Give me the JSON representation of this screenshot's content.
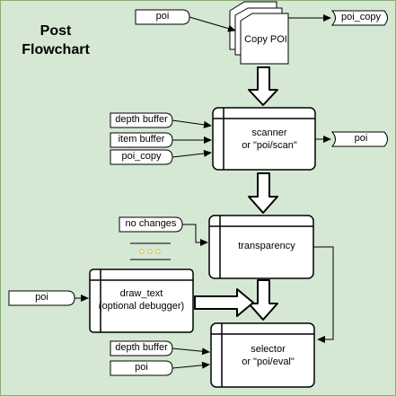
{
  "title": {
    "line1": "Post",
    "line2": "Flowchart"
  },
  "nodes": {
    "copy_poi": "Copy POI",
    "scanner": {
      "line1": "scanner",
      "line2": "or \"poi/scan\""
    },
    "transparency": "transparency",
    "draw_text": {
      "line1": "draw_text",
      "line2": "(optional debugger)"
    },
    "selector": {
      "line1": "selector",
      "line2": "or \"poi/eval\""
    }
  },
  "io": {
    "poi_input_top": "poi",
    "poi_copy_output": "poi_copy",
    "depth_buffer_scanner": "depth buffer",
    "item_buffer": "item buffer",
    "poi_copy_input": "poi_copy",
    "poi_output_scanner": "poi",
    "no_changes": "no changes",
    "poi_input_draw_text": "poi",
    "depth_buffer_selector": "depth buffer",
    "poi_input_selector": "poi"
  },
  "colors": {
    "background": "#d5e8d4",
    "node_fill": "#ffffff",
    "stroke": "#000000",
    "ellipsis_dots": "#d6b656"
  }
}
